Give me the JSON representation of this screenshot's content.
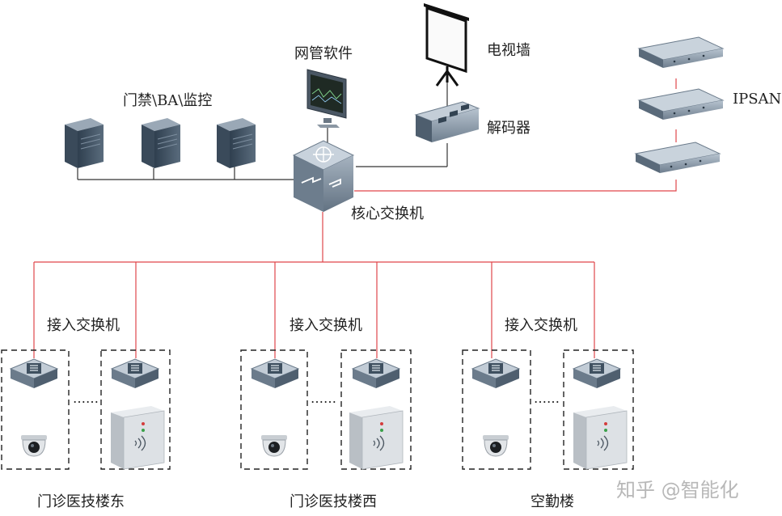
{
  "labels": {
    "network_software": "网管软件",
    "video_wall": "电视墙",
    "decoder": "解码器",
    "access_ba_monitor": "门禁\\BA\\监控",
    "ipsan": "IPSAN",
    "core_switch": "核心交换机",
    "access_switch_1": "接入交换机",
    "access_switch_2": "接入交换机",
    "access_switch_3": "接入交换机",
    "ellipsis": "……",
    "building_1": "门诊医技楼东",
    "building_2": "门诊医技楼西",
    "building_3": "空勤楼"
  },
  "watermark": "知乎 @智能化",
  "colors": {
    "red_link": "#e0464b",
    "black_link": "#333333",
    "device_dark": "#3e4f5f",
    "device_light": "#8c9aa8"
  }
}
